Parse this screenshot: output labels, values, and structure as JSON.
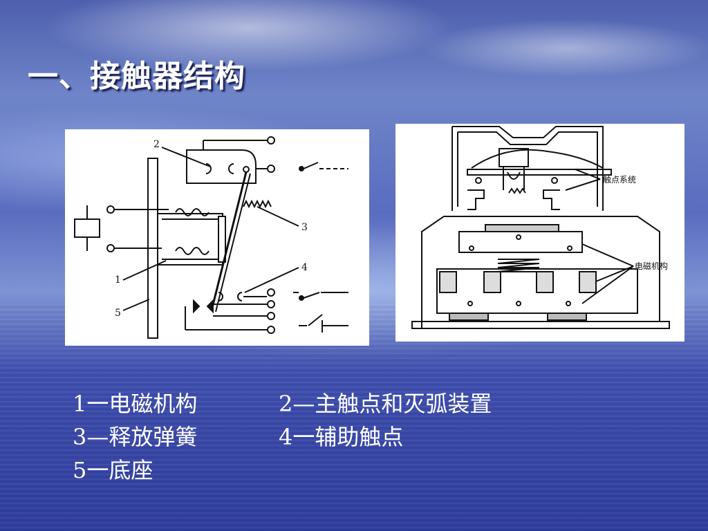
{
  "slide": {
    "title": "一、接触器结构"
  },
  "left_diagram": {
    "labels": [
      "2",
      "3",
      "4",
      "1",
      "5"
    ],
    "colors": {
      "line": "#111111",
      "background": "#ffffff"
    }
  },
  "right_diagram": {
    "labels": {
      "contact_system": "触点系统",
      "electromagnetic_mechanism": "电磁机构"
    }
  },
  "legend": {
    "rows": [
      [
        "1一电磁机构",
        "2—主触点和灭弧装置"
      ],
      [
        "3—释放弹簧",
        "4一辅助触点"
      ],
      [
        "5一底座"
      ]
    ]
  },
  "colors": {
    "title_text": "#ffffff",
    "title_shadow": "#1a1f55",
    "legend_text": "#ffffff"
  }
}
